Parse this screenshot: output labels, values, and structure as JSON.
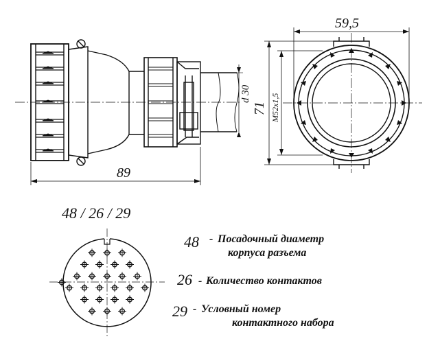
{
  "dimensions": {
    "length": "89",
    "width": "59,5",
    "height": "71",
    "thread": "M52x1,5",
    "cable_diameter": "d 30"
  },
  "code": "48 / 26 / 29",
  "legend": [
    {
      "number": "48",
      "line1": "Посадочный диаметр",
      "line2": "корпуса разъема"
    },
    {
      "number": "26",
      "line1": "Количество контактов",
      "line2": ""
    },
    {
      "number": "29",
      "line1": "Условный номер",
      "line2": "контактного набора"
    }
  ],
  "contact_count": 26
}
